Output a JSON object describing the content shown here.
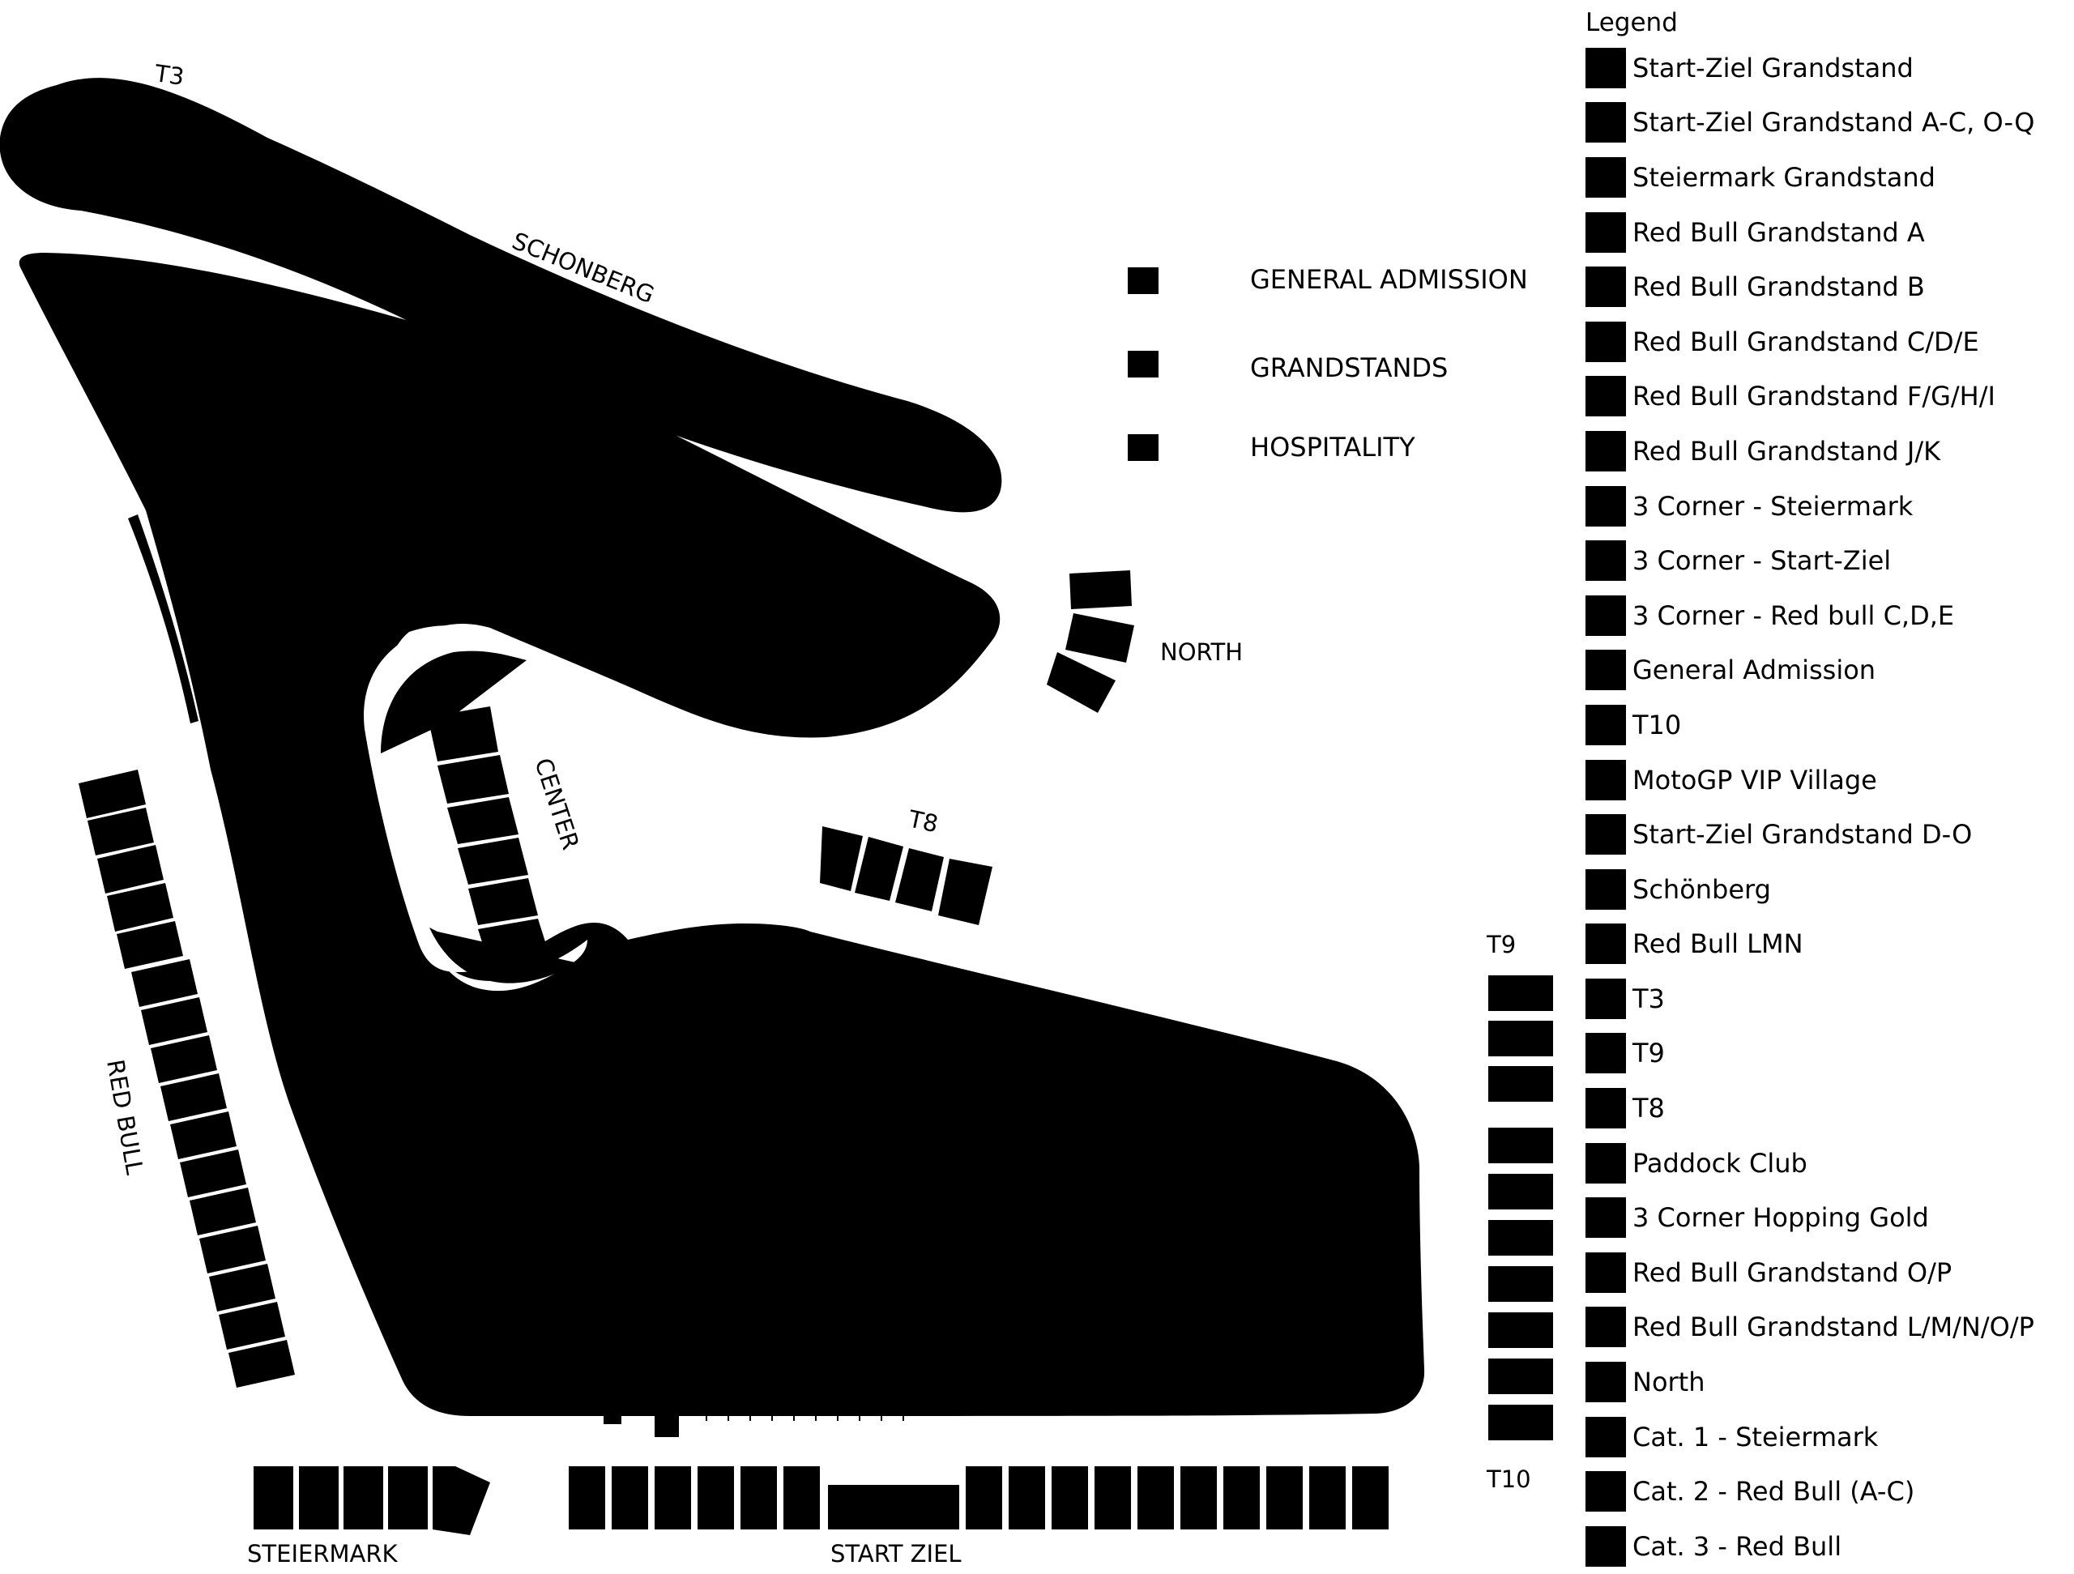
{
  "map": {
    "labels": {
      "t3": "T3",
      "schonberg": "SCHONBERG",
      "north": "NORTH",
      "center": "CENTER",
      "t8": "T8",
      "t9": "T9",
      "t10": "T10",
      "red_bull": "RED BULL",
      "steiermark": "STEIERMARK",
      "start_ziel": "START ZIEL"
    },
    "key": {
      "general_admission": "GENERAL ADMISSION",
      "grandstands": "GRANDSTANDS",
      "hospitality": "HOSPITALITY"
    },
    "colors": {
      "track": "#000000",
      "stands": "#000000",
      "background": "#ffffff"
    }
  },
  "legend": {
    "title": "Legend",
    "items": [
      "Start-Ziel Grandstand",
      "Start-Ziel Grandstand A-C, O-Q",
      "Steiermark Grandstand",
      "Red Bull Grandstand A",
      "Red Bull Grandstand B",
      "Red Bull Grandstand C/D/E",
      "Red Bull Grandstand F/G/H/I",
      "Red Bull Grandstand J/K",
      "3 Corner - Steiermark",
      "3 Corner - Start-Ziel",
      "3 Corner - Red bull C,D,E",
      "General Admission",
      "T10",
      "MotoGP VIP Village",
      "Start-Ziel Grandstand D-O",
      "Schönberg",
      "Red Bull LMN",
      "T3",
      "T9",
      "T8",
      "Paddock Club",
      "3 Corner Hopping Gold",
      "Red Bull Grandstand O/P",
      "Red Bull Grandstand L/M/N/O/P",
      "North",
      "Cat. 1 - Steiermark",
      "Cat. 2 - Red Bull (A-C)",
      "Cat. 3 - Red Bull"
    ]
  }
}
